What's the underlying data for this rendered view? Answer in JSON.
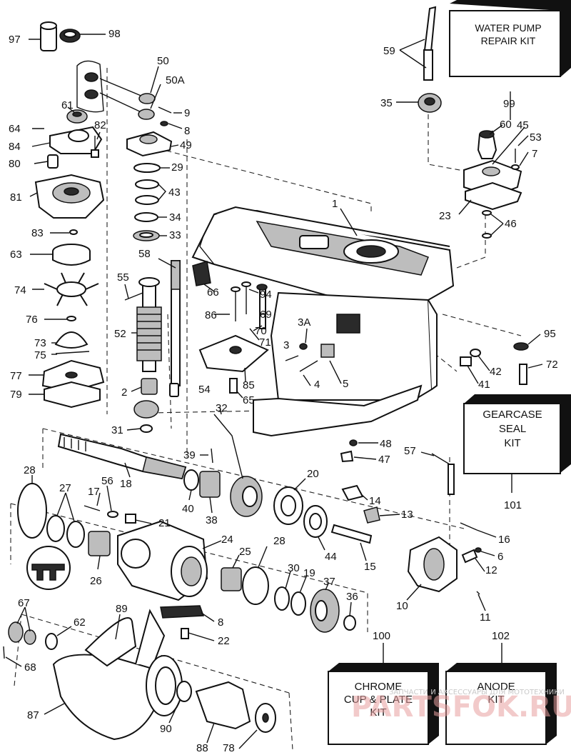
{
  "kits": {
    "water_pump": {
      "line1": "WATER PUMP",
      "line2": "REPAIR KIT",
      "ref": "99"
    },
    "gearcase_seal": {
      "line1": "GEARCASE",
      "line2": "SEAL",
      "line3": "KIT",
      "ref": "101"
    },
    "chrome_cup": {
      "line1": "CHROME",
      "line2": "CUP & PLATE",
      "line3": "KIT",
      "ref": "100"
    },
    "anode": {
      "line1": "ANODE",
      "line2": "KIT",
      "ref": "102"
    }
  },
  "labels": {
    "p97": "97",
    "p98": "98",
    "p50": "50",
    "p50a": "50A",
    "p9": "9",
    "p8a": "8",
    "p49": "49",
    "p29": "29",
    "p43": "43",
    "p34": "34",
    "p33": "33",
    "p58": "58",
    "p61": "61",
    "p64": "64",
    "p84": "84",
    "p82": "82",
    "p80": "80",
    "p81": "81",
    "p83": "83",
    "p63": "63",
    "p74": "74",
    "p76": "76",
    "p73": "73",
    "p75": "75",
    "p77": "77",
    "p79": "79",
    "p55": "55",
    "p52": "52",
    "p2": "2",
    "p31": "31",
    "p59": "59",
    "p35": "35",
    "p60": "60",
    "p45": "45",
    "p53": "53",
    "p7": "7",
    "p23": "23",
    "p46": "46",
    "p1": "1",
    "p66": "66",
    "p86": "86",
    "p94": "94",
    "p69": "69",
    "p70": "70",
    "p71": "71",
    "p3a": "3A",
    "p3": "3",
    "p4": "4",
    "p5": "5",
    "p54": "54",
    "p85": "85",
    "p65": "65",
    "p32": "32",
    "p95": "95",
    "p42": "42",
    "p41": "41",
    "p72": "72",
    "p48": "48",
    "p47": "47",
    "p57": "57",
    "p39": "39",
    "p18": "18",
    "p28a": "28",
    "p27": "27",
    "p17": "17",
    "p56": "56",
    "p40": "40",
    "p38": "38",
    "p20": "20",
    "p14": "14",
    "p13": "13",
    "p21": "21",
    "p24": "24",
    "p28b": "28",
    "p44": "44",
    "p15": "15",
    "p16": "16",
    "p6": "6",
    "p12": "12",
    "p26": "26",
    "p25": "25",
    "p30": "30",
    "p19": "19",
    "p37": "37",
    "p36": "36",
    "p10": "10",
    "p11": "11",
    "p67": "67",
    "p62": "62",
    "p89": "89",
    "p8b": "8",
    "p22": "22",
    "p68": "68",
    "p87": "87",
    "p90": "90",
    "p88": "88",
    "p78": "78"
  },
  "watermark": {
    "small": "ЗАПЧАСТИ И АКСЕССУАРЫ ДЛЯ МОТОТЕХНИКИ",
    "big": "PARTSFOK.RU"
  }
}
